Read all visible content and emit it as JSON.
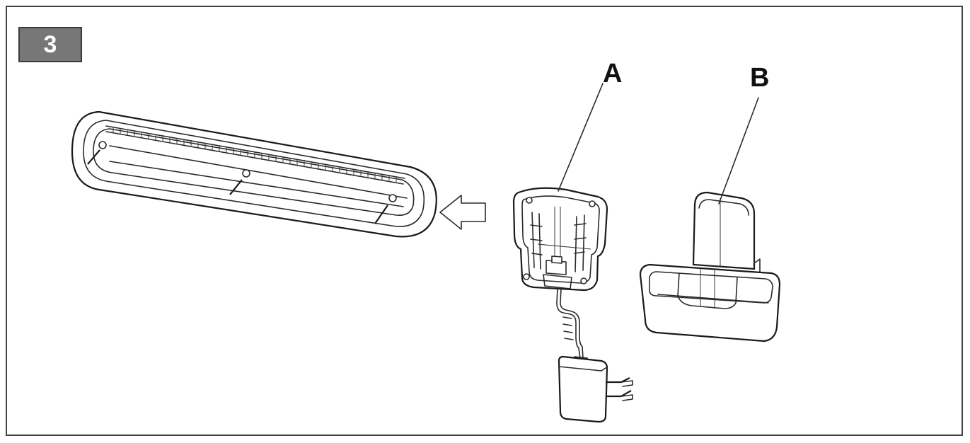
{
  "step": {
    "number": "3"
  },
  "callouts": {
    "a_label": "A",
    "b_label": "B"
  },
  "colors": {
    "badge_fill": "#777777",
    "badge_text": "#ffffff",
    "line": "#2a2a2a"
  }
}
